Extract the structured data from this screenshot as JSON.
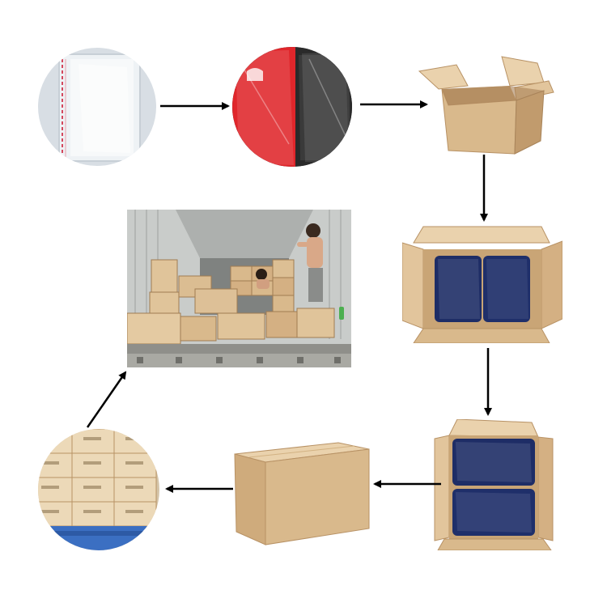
{
  "colors": {
    "background": "#ffffff",
    "arrow": "#000000",
    "cardboard": "#d9b98c",
    "cardboard_dark": "#b89265",
    "cardboard_light": "#ead2ad",
    "navy_product": "#1e2d66",
    "red_product": "#e0262b",
    "poly_bag": "#e6ecf1",
    "container_wall": "#c9ccca",
    "container_floor": "#8f8f8a"
  },
  "steps": [
    {
      "icon": "poly-bag-photo"
    },
    {
      "icon": "bagged-products-photo"
    },
    {
      "icon": "empty-carton-photo"
    },
    {
      "icon": "packed-carton-open-photo"
    },
    {
      "icon": "packed-carton-full-photo"
    },
    {
      "icon": "sealed-carton-photo"
    },
    {
      "icon": "stacked-cartons-photo"
    },
    {
      "icon": "container-loading-photo"
    }
  ],
  "arrows": [
    {
      "direction": "right"
    },
    {
      "direction": "right"
    },
    {
      "direction": "down"
    },
    {
      "direction": "down"
    },
    {
      "direction": "left"
    },
    {
      "direction": "left"
    },
    {
      "direction": "up-right"
    }
  ]
}
